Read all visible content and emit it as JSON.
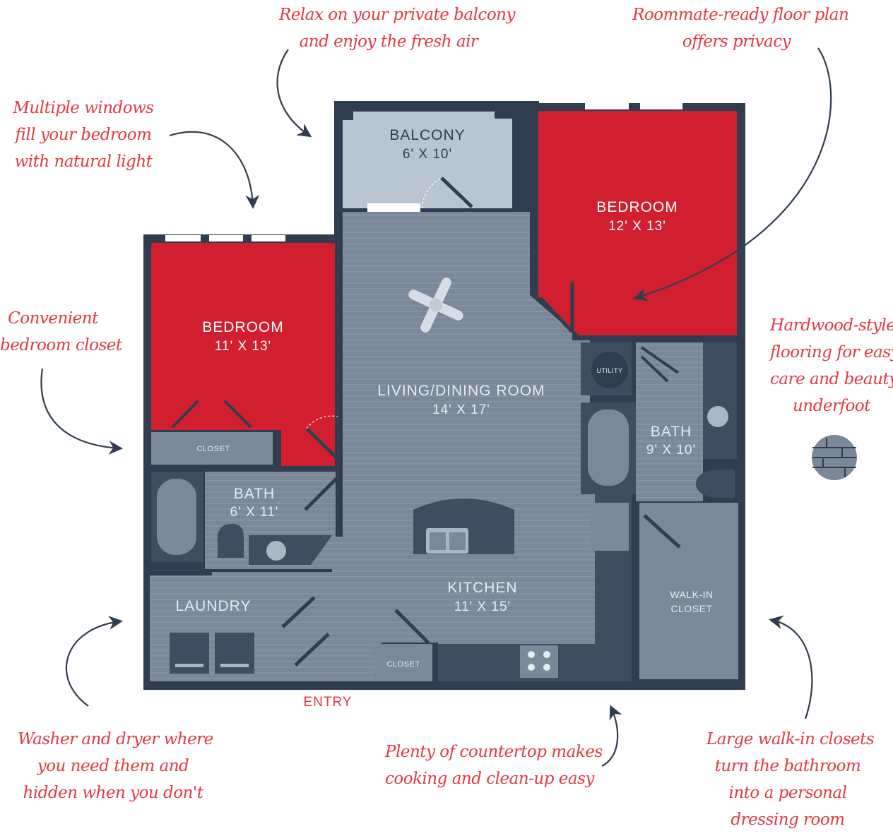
{
  "colors": {
    "wall": "#2f3d4f",
    "floor": "#7a8898",
    "floor_stripe": "#8593a2",
    "bedroom": "#d21f2f",
    "balcony": "#b8c5d1",
    "fixture": "#3f4d5e",
    "fixture_light": "#aab6c2",
    "callout": "#e03a3f",
    "label_light": "#e6ebf0"
  },
  "rooms": {
    "balcony": {
      "name": "BALCONY",
      "dim": "6' X 10'"
    },
    "bedroom_right": {
      "name": "BEDROOM",
      "dim": "12' X 13'"
    },
    "bedroom_left": {
      "name": "BEDROOM",
      "dim": "11' X 13'"
    },
    "living": {
      "name": "LIVING/DINING ROOM",
      "dim": "14' X 17'"
    },
    "bath_right": {
      "name": "BATH",
      "dim": "9' X 10'"
    },
    "bath_left": {
      "name": "BATH",
      "dim": "6' X 11'"
    },
    "kitchen": {
      "name": "KITCHEN",
      "dim": "11' X 15'"
    },
    "laundry": {
      "name": "LAUNDRY"
    },
    "walkin": {
      "line1": "WALK-IN",
      "line2": "CLOSET"
    },
    "closet_left": {
      "name": "CLOSET"
    },
    "closet_entry": {
      "name": "CLOSET"
    },
    "utility": {
      "name": "UTILITY"
    }
  },
  "entry_label": "ENTRY",
  "callouts": {
    "balcony": [
      "Relax on your private balcony",
      "and enjoy the fresh air"
    ],
    "roommate": [
      "Roommate-ready floor plan",
      "offers privacy"
    ],
    "windows": [
      "Multiple windows",
      "fill your bedroom",
      "with natural light"
    ],
    "closet": [
      "Convenient",
      "bedroom closet"
    ],
    "flooring": [
      "Hardwood-style",
      "flooring for easy",
      "care and beauty",
      "underfoot"
    ],
    "washer": [
      "Washer and dryer where",
      "you need them and",
      "hidden when you don't"
    ],
    "counter": [
      "Plenty of countertop makes",
      "cooking and clean-up easy"
    ],
    "walkin": [
      "Large walk-in closets",
      "turn the bathroom",
      "into a personal",
      "dressing room"
    ]
  },
  "icons": {
    "ceiling_fan": "ceiling-fan-icon",
    "flooring_swatch": "hardwood-swatch-icon",
    "arrows": "curved-arrow-icon"
  }
}
